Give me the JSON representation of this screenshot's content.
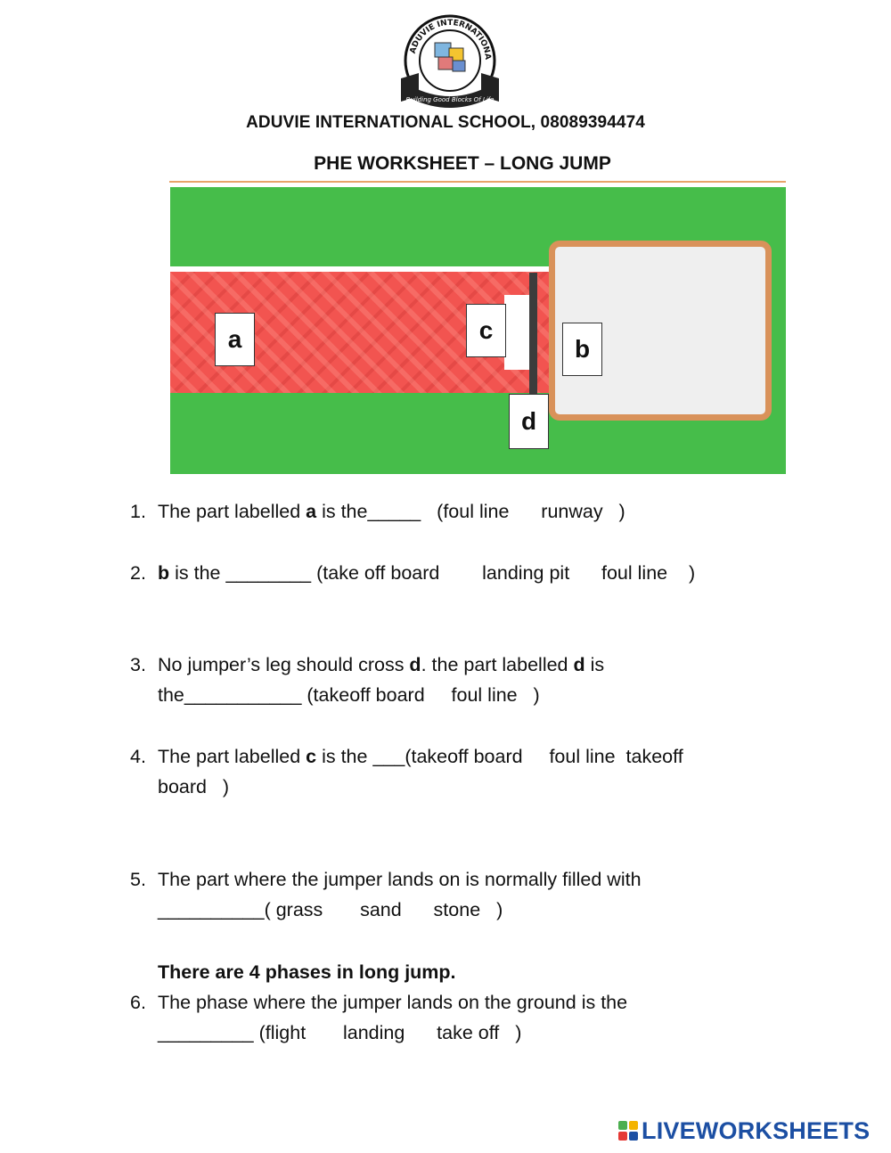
{
  "header": {
    "logo_ring_text": "ADUVIE INTERNATIONAL SCHOOL",
    "logo_motto": "Building Good Blocks Of Life",
    "school_name": "ADUVIE INTERNATIONAL SCHOOL, 08089394474",
    "worksheet_title": "PHE WORKSHEET – LONG JUMP"
  },
  "diagram": {
    "labels": {
      "a": "a",
      "b": "b",
      "c": "c",
      "d": "d"
    },
    "colors": {
      "grass": "#46bd4a",
      "runway": "#f25450",
      "pit_border": "#d9925a",
      "pit_sand": "#efefef",
      "foul_line": "#3c3c3c"
    }
  },
  "questions": [
    {
      "number": "1.",
      "pre": "The part labelled ",
      "bold": "a",
      "post": " is the_____   (foul line      runway   )"
    },
    {
      "number": "2.",
      "pre": "",
      "bold": "b",
      "post": " is the ________ (take off board        landing pit      foul line    )"
    },
    {
      "number": "3.",
      "pre": "No jumper’s leg should cross ",
      "bold": "d",
      "mid": ". the part labelled ",
      "bold2": "d",
      "post": " is\nthe___________ (takeoff board     foul line   )"
    },
    {
      "number": "4.",
      "pre": "The part labelled ",
      "bold": "c",
      "post": " is the ___(takeoff board     foul line  takeoff\nboard   )"
    },
    {
      "number": "5.",
      "pre": "The part where the jumper lands on is normally filled with\n__________( grass       sand      stone   )"
    },
    {
      "number": "6.",
      "pre": "The phase where the jumper lands on the ground is the\n_________ (flight       landing      take off   )"
    }
  ],
  "phases_note": "There are 4 phases in long jump.",
  "footer": {
    "brand": "LIVEWORKSHEETS",
    "brand_color": "#1c4fa3"
  }
}
